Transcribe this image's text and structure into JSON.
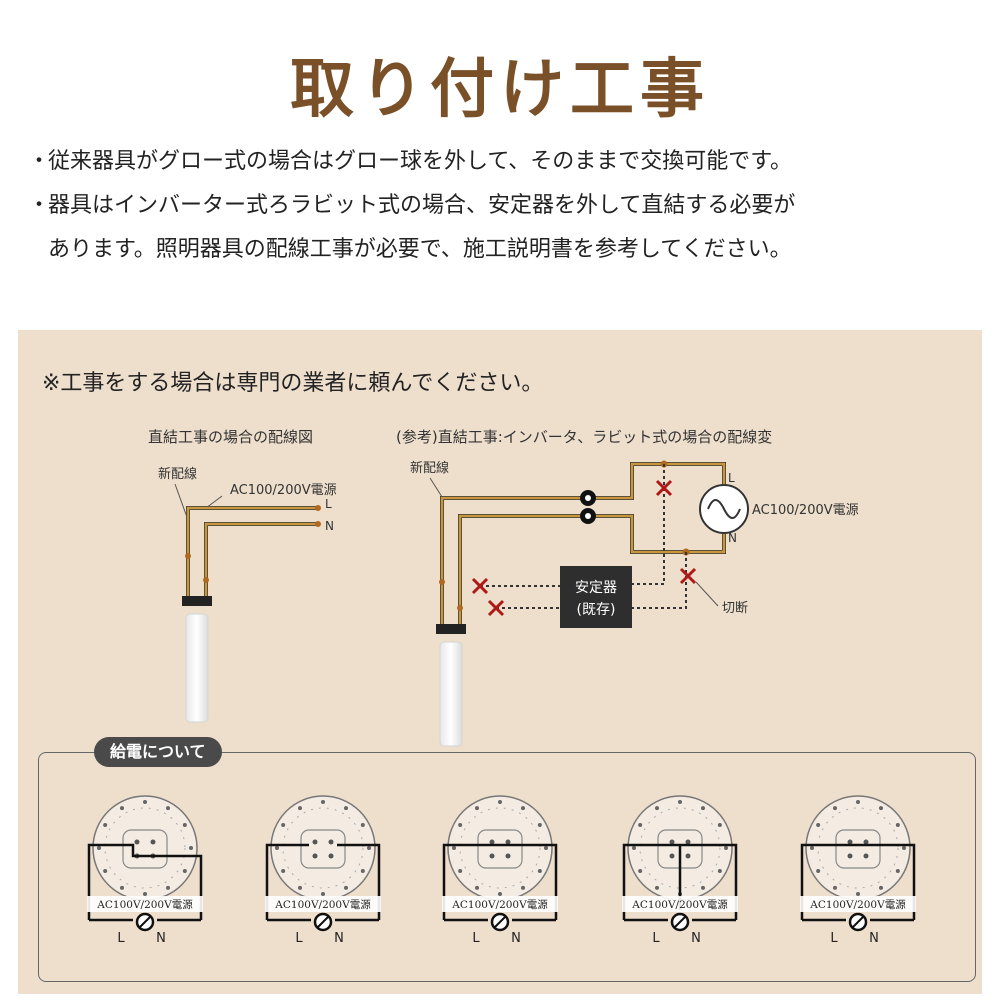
{
  "title": "取り付け工事",
  "notes": {
    "line1": "従来器具がグロー式の場合はグロー球を外して、そのままで交換可能です。",
    "line2a": "器具はインバーター式ろラビット式の場合、安定器を外して直結する必要が",
    "line2b": "あります。照明器具の配線工事が必要で、施工説明書を参考してください。",
    "bullet": "・"
  },
  "warning": "※工事をする場合は専門の業者に頼んでください。",
  "left_diagram": {
    "title": "直結工事の場合の配線図",
    "new_wire": "新配線",
    "power": "AC100/200V電源",
    "l": "L",
    "n": "N"
  },
  "right_diagram": {
    "title": "(参考)直結工事:インバータ、ラビット式の場合の配線変",
    "new_wire": "新配線",
    "power": "AC100/200V電源",
    "l": "L",
    "n": "N",
    "ballast_line1": "安定器",
    "ballast_line2": "(既存)",
    "cut": "切断"
  },
  "supply": {
    "label": "給電について",
    "units": [
      {
        "power": "AC100V/200V電源",
        "l": "L",
        "n": "N"
      },
      {
        "power": "AC100V/200V電源",
        "l": "L",
        "n": "N"
      },
      {
        "power": "AC100V/200V電源",
        "l": "L",
        "n": "N"
      },
      {
        "power": "AC100V/200V電源",
        "l": "L",
        "n": "N"
      },
      {
        "power": "AC100V/200V電源",
        "l": "L",
        "n": "N"
      }
    ]
  },
  "colors": {
    "title": "#7a5028",
    "panel": "#eedfcd",
    "wire": "#c8963c",
    "cut_mark": "#b01818",
    "ballast_bg": "#2e2e2e"
  }
}
